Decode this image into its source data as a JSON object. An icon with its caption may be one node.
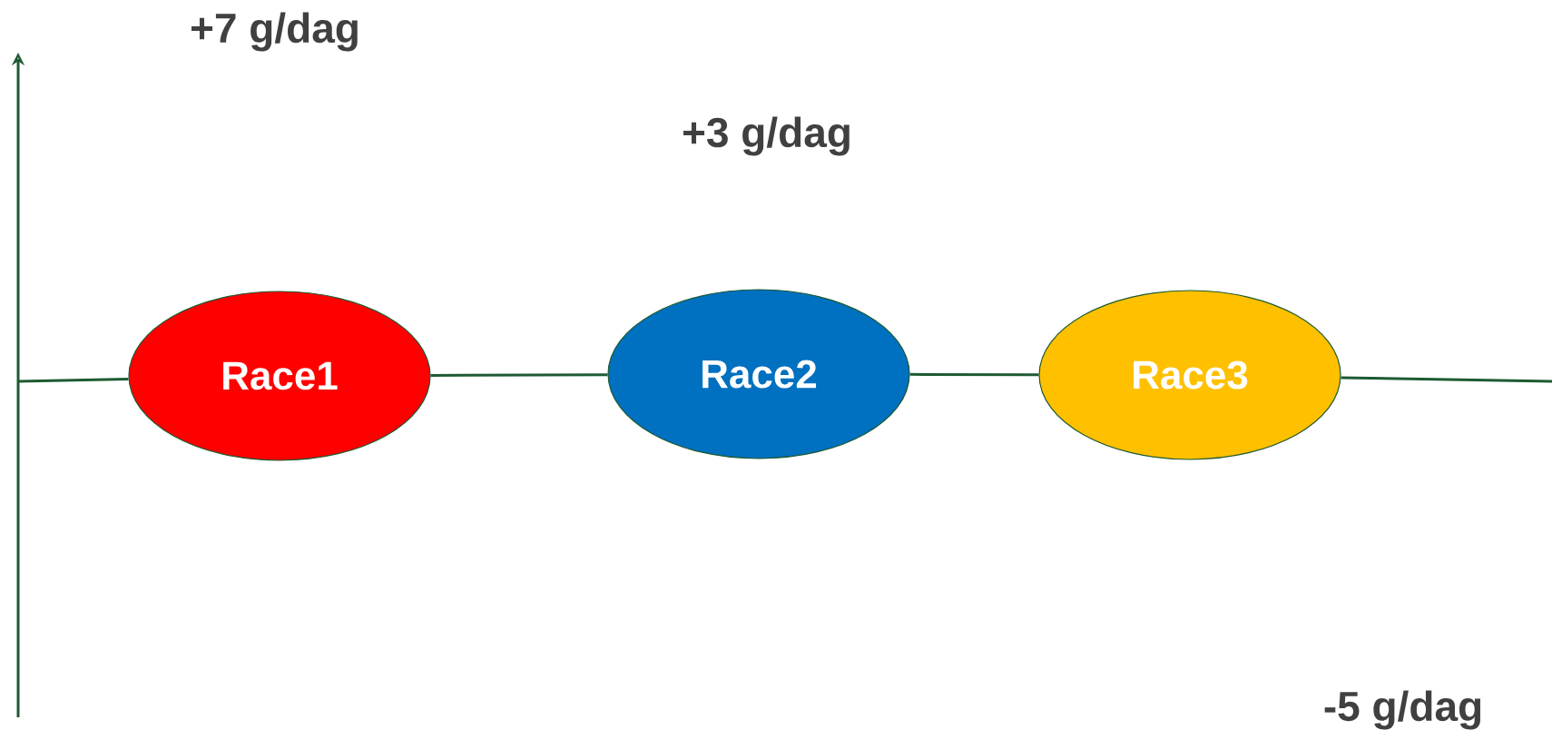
{
  "diagram": {
    "nodes": [
      {
        "text": [
          "Race1"
        ]
      },
      {
        "text": [
          "Race2"
        ]
      },
      {
        "text": [
          "Race3"
        ]
      }
    ],
    "edges": [
      {
        "from": null,
        "to": 0,
        "arrow": "none"
      },
      {
        "from": 0,
        "to": 1,
        "arrow": "none"
      },
      {
        "from": 1,
        "to": 2,
        "arrow": "none"
      },
      {
        "from": 2,
        "to": null,
        "arrow": "none"
      }
    ],
    "labels": [
      "+7 g/dag",
      "+3 g/dag",
      "-5 g/dag"
    ]
  }
}
